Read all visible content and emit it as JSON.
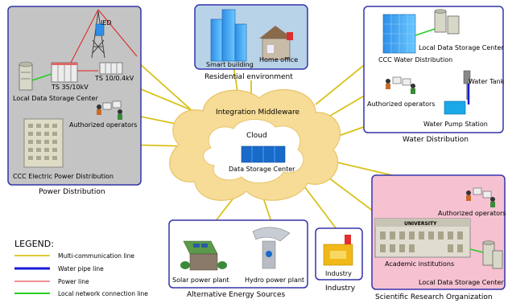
{
  "middleware": {
    "title": "Integration Middleware",
    "cloud_label": "Cloud",
    "storage_label": "Data Storage Center"
  },
  "power": {
    "caption": "Power Distribution",
    "ied": "IED",
    "ts1": "TS 35/10kV",
    "ts2": "TS 10/0.4kV",
    "storage": "Local Data Storage Center",
    "operators": "Authorized operators",
    "ccc": "CCC Electric Power Distribution"
  },
  "residential": {
    "caption": "Residential environment",
    "smart_building": "Smart building",
    "home_office": "Home office"
  },
  "water": {
    "caption": "Water Distribution",
    "storage": "Local Data Storage Center",
    "ccc": "CCC Water Distribution",
    "tank": "Water Tank",
    "operators": "Authorized operators",
    "pump": "Water Pump Station"
  },
  "energy": {
    "caption": "Alternative Energy Sources",
    "solar": "Solar power plant",
    "hydro": "Hydro power plant"
  },
  "industry": {
    "caption": "Industry",
    "label": "Industry"
  },
  "research": {
    "caption": "Scientific Research Organization",
    "operators": "Authorized operators",
    "university_sign": "UNIVERSITY",
    "academic": "Academic institutions",
    "storage": "Local Data Storage Center"
  },
  "legend": {
    "title": "LEGEND:",
    "items": [
      {
        "label": "Multi-communication line",
        "color": "#d8c21a"
      },
      {
        "label": "Water pipe line",
        "color": "#1a1ad8"
      },
      {
        "label": "Power line",
        "color": "#e02020"
      },
      {
        "label": "Local network connection line",
        "color": "#22d022"
      }
    ]
  },
  "colors": {
    "frame": "#3333aa",
    "power_bg": "#c4c4c4",
    "residential_bg": "#b8d2e8",
    "research_bg": "#f6c2d2",
    "cloud_outer": "#f6dc96",
    "cloud_inner": "#ffffff"
  }
}
